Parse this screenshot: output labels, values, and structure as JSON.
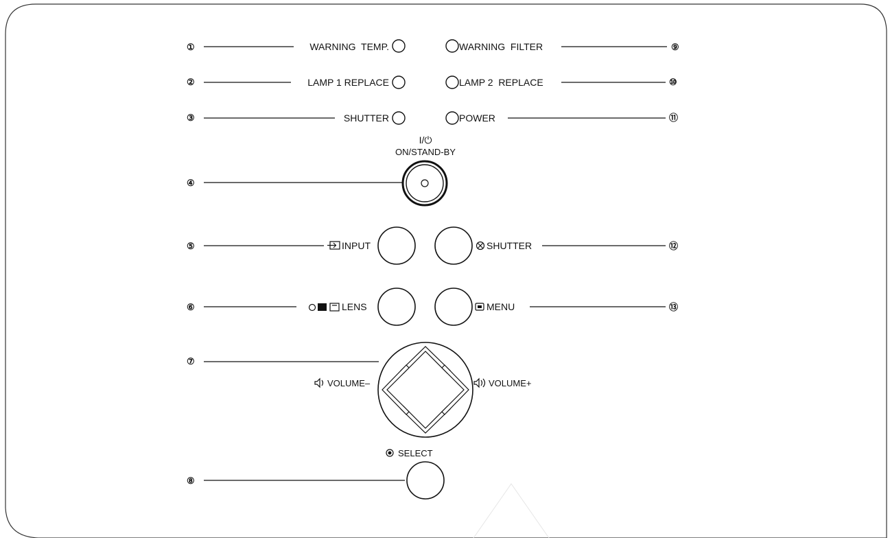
{
  "indicators": {
    "warning_temp": "WARNING  TEMP.",
    "warning_filter": "WARNING  FILTER",
    "lamp1_replace": "LAMP 1 REPLACE",
    "lamp2_replace": "LAMP 2  REPLACE",
    "shutter": "SHUTTER",
    "power": "POWER"
  },
  "buttons": {
    "on_standby_symbol": "I/⏻",
    "on_standby": "ON/STAND-BY",
    "input": "INPUT",
    "shutter": "SHUTTER",
    "lens": "LENS",
    "menu": "MENU",
    "volume_minus": "VOLUME–",
    "volume_plus": "VOLUME+",
    "select": "SELECT"
  },
  "callouts": [
    "①",
    "②",
    "③",
    "④",
    "⑤",
    "⑥",
    "⑦",
    "⑧",
    "⑨",
    "⑩",
    "⑪",
    "⑫",
    "⑬"
  ]
}
